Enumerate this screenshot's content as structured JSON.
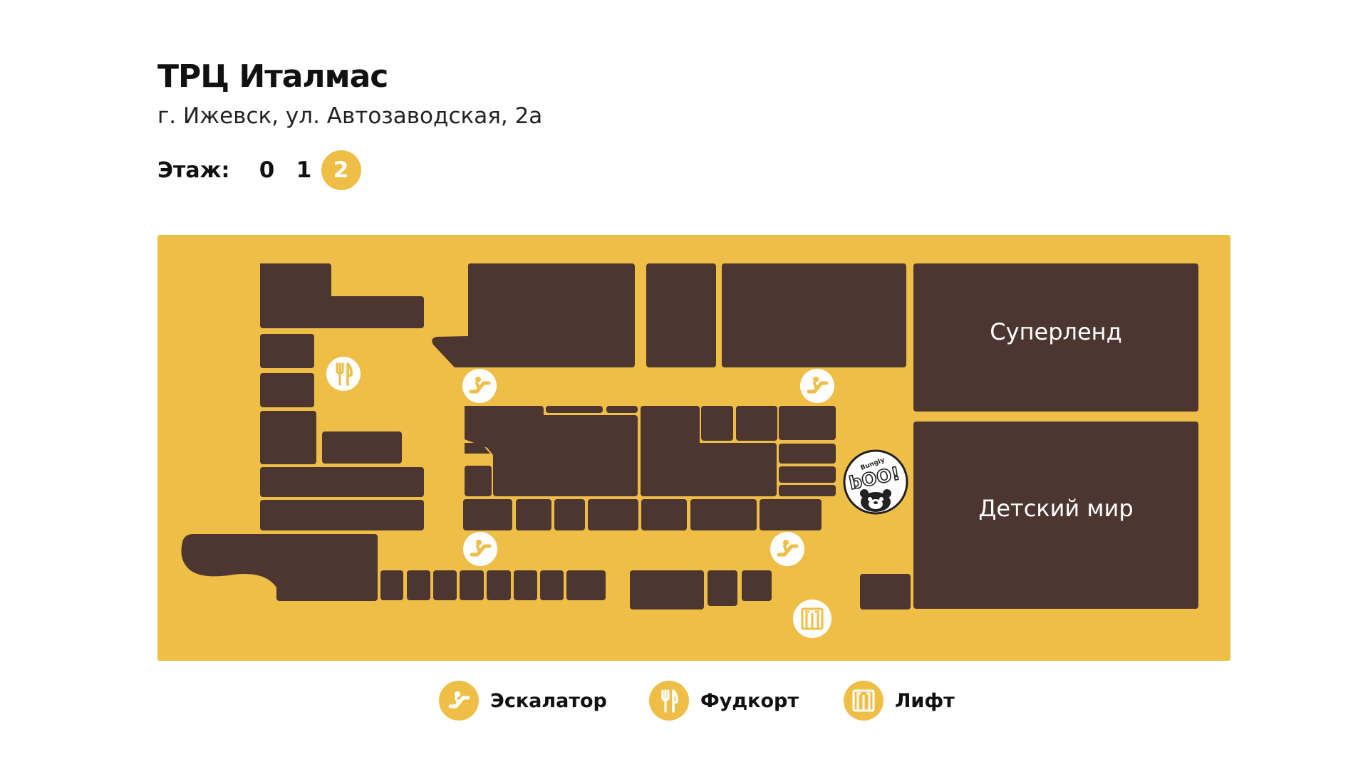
{
  "header": {
    "title": "ТРЦ Италмас",
    "address": "г. Ижевск, ул. Автозаводская, 2а"
  },
  "floor_selector": {
    "label": "Этаж:",
    "floors": [
      "0",
      "1",
      "2"
    ],
    "selected": "2"
  },
  "map": {
    "colors": {
      "background": "#EFBE47",
      "store": "#4E3630",
      "icon_bg": "#ffffff",
      "icon_fg": "#EFBE47"
    },
    "labeled_stores": [
      {
        "name": "Суперленд"
      },
      {
        "name": "Детский мир"
      }
    ],
    "logo_text": "bOO!",
    "logo_subtext": "Bungly",
    "amenities": [
      {
        "type": "escalator",
        "icon": "escalator-icon"
      },
      {
        "type": "escalator",
        "icon": "escalator-icon"
      },
      {
        "type": "escalator",
        "icon": "escalator-icon"
      },
      {
        "type": "escalator",
        "icon": "escalator-icon"
      },
      {
        "type": "foodcourt",
        "icon": "fork-knife-icon"
      },
      {
        "type": "elevator",
        "icon": "elevator-icon"
      }
    ]
  },
  "legend": {
    "items": [
      {
        "label": "Эскалатор",
        "icon": "escalator-icon"
      },
      {
        "label": "Фудкорт",
        "icon": "fork-knife-icon"
      },
      {
        "label": "Лифт",
        "icon": "elevator-icon"
      }
    ]
  }
}
